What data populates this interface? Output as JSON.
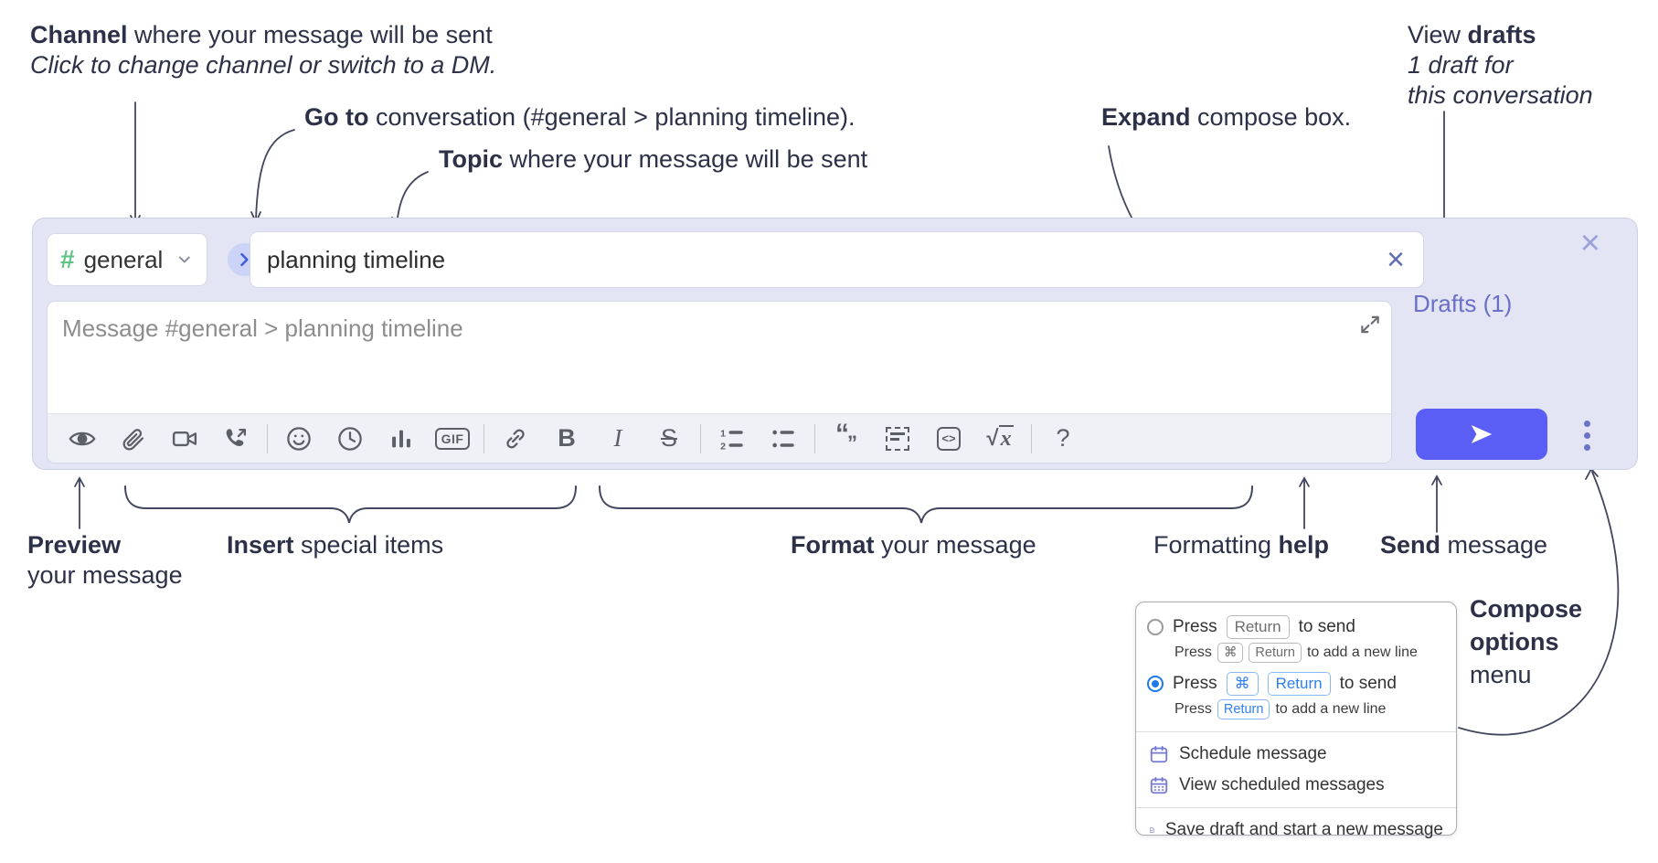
{
  "colors": {
    "compose_bg": "#e3e5f4",
    "send_button": "#5a5ef5",
    "drafts_link": "#696fc6",
    "channel_hash": "#5fc383",
    "goto_chevron": "#3f5bd8",
    "annotation_text": "#2d3148",
    "popup_blue": "#2f80ed"
  },
  "annotations": {
    "channel": {
      "bold": "Channel",
      "rest": " where your message will be sent",
      "sub": "Click to change channel or switch to a DM."
    },
    "goto": {
      "bold": "Go to",
      "rest": " conversation (#general > planning timeline)."
    },
    "topic": {
      "bold": "Topic",
      "rest": " where your message will be sent"
    },
    "expand": {
      "bold": "Expand",
      "rest": " compose box."
    },
    "drafts": {
      "line1_pre": "View ",
      "line1_bold": "drafts",
      "line2": "1 draft for",
      "line3": "this conversation"
    },
    "preview": {
      "bold": "Preview",
      "line2": "your message"
    },
    "insert": {
      "bold": "Insert",
      "rest": " special items"
    },
    "format": {
      "bold": "Format",
      "rest": " your message"
    },
    "help": {
      "pre": "Formatting ",
      "bold": "help"
    },
    "send": {
      "bold": "Send",
      "rest": " message"
    },
    "compose_options": {
      "line1": "Compose",
      "line2": "options",
      "line3": "menu"
    }
  },
  "compose": {
    "channel_selector": {
      "hash": "#",
      "label": "general"
    },
    "topic_input": {
      "value": "planning timeline"
    },
    "message_input": {
      "placeholder": "Message #general > planning timeline"
    },
    "drafts_link": "Drafts (1)",
    "close_x": "×",
    "clear_x": "×",
    "toolbar": {
      "gif_label": "GIF",
      "bold_label": "B",
      "italic_label": "I",
      "strike_label": "S",
      "code_label": "<>",
      "math_root": "√",
      "math_var": "x",
      "quote_open": "“",
      "quote_close": "”",
      "help_label": "?",
      "icon_names": [
        "preview-eye",
        "attach-paperclip",
        "video-call",
        "voice-call",
        "emoji-smiley",
        "time-clock",
        "poll-chart",
        "gif",
        "link",
        "bold",
        "italic",
        "strikethrough",
        "numbered-list",
        "bulleted-list",
        "quote",
        "spoiler",
        "code",
        "math",
        "help"
      ]
    }
  },
  "popup": {
    "opt1": {
      "press": "Press",
      "key1": "Return",
      "tail": "to send"
    },
    "opt1_sub": {
      "press": "Press",
      "key1": "⌘",
      "key2": "Return",
      "tail": "to add a new line"
    },
    "opt2": {
      "press": "Press",
      "key1": "⌘",
      "key2": "Return",
      "tail": "to send"
    },
    "opt2_sub": {
      "press": "Press",
      "key1": "Return",
      "tail": "to add a new line"
    },
    "items": {
      "schedule": "Schedule message",
      "view_scheduled": "View scheduled messages",
      "save_draft": "Save draft and start a new message"
    }
  }
}
